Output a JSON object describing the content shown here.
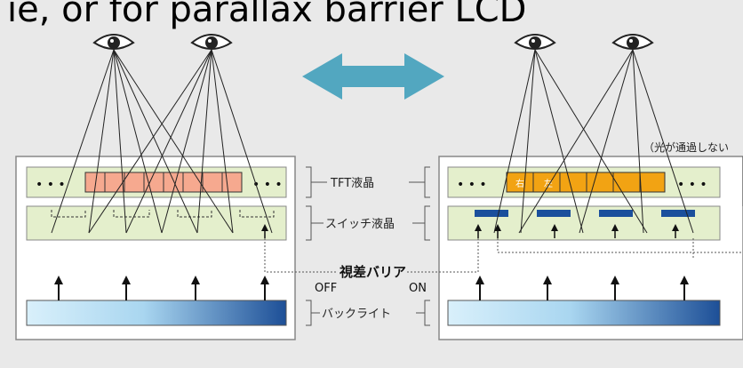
{
  "header": {
    "text": "ie, or for parallax barrier LCD"
  },
  "labels": {
    "tft": "TFT液晶",
    "switch": "スイッチ液晶",
    "barrier": "視差バリア",
    "backlight": "バックライト",
    "off": "OFF",
    "on": "ON",
    "blocked_note": "（光が通過しない"
  },
  "pixel_glyph": "右左",
  "dots": "• • •",
  "colors": {
    "background": "#e9e9e9",
    "panel": "#ffffff",
    "layer": "#e4efcc",
    "tft_pixels_off": "#f6a98f",
    "tft_pixels_on": "#f2a313",
    "barrier_block": "#1a4f9c",
    "arrow": "#52a7c0",
    "backlight_light": "#d9f0fb",
    "backlight_dark": "#1d4f97",
    "lines": "#222222"
  },
  "icons": {
    "eye": "eye-icon",
    "double_arrow": "double-arrow-icon",
    "up_arrow": "arrow-up-icon"
  }
}
